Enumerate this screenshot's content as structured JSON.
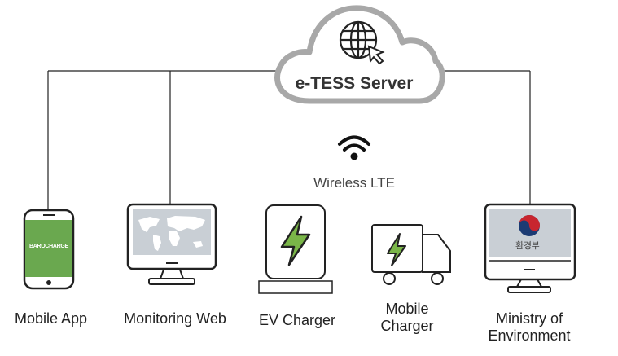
{
  "server": {
    "label": "e-TESS Server",
    "icon": "globe-cursor-icon"
  },
  "network": {
    "label": "Wireless LTE",
    "icon": "wifi-icon"
  },
  "nodes": [
    {
      "label": "Mobile App",
      "screen_text": "BAROCHARGE"
    },
    {
      "label": "Monitoring Web"
    },
    {
      "label": "EV Charger"
    },
    {
      "label": "Mobile Charger",
      "lines": [
        "Mobile",
        "Charger"
      ]
    },
    {
      "label": "Ministry of Environment",
      "lines": [
        "Ministry of",
        "Environment"
      ],
      "screen_text": "환경부"
    }
  ],
  "colors": {
    "green": "#6aa84f",
    "screen_gray": "#c9cfd5",
    "cloud_stroke": "#a8a8a8",
    "bolt": "#7ab648"
  }
}
